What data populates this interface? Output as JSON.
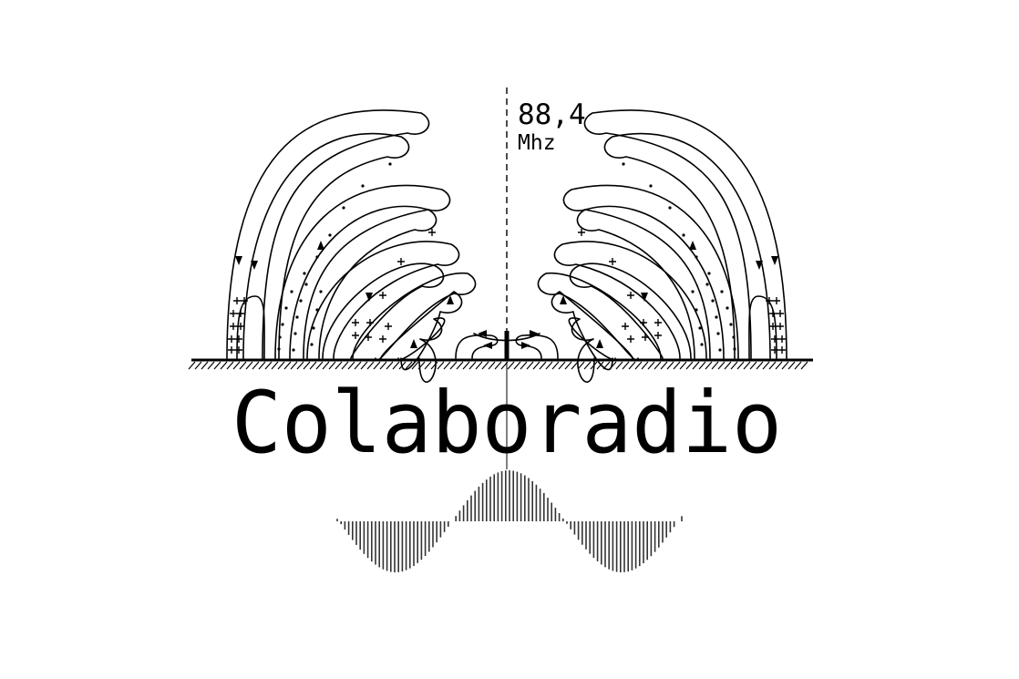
{
  "logo": {
    "frequency_value": "88,4",
    "frequency_unit": "Mhz",
    "brand_name": "Colaboradio"
  },
  "colors": {
    "background": "#ffffff",
    "ink": "#000000",
    "wave": "#333333"
  }
}
